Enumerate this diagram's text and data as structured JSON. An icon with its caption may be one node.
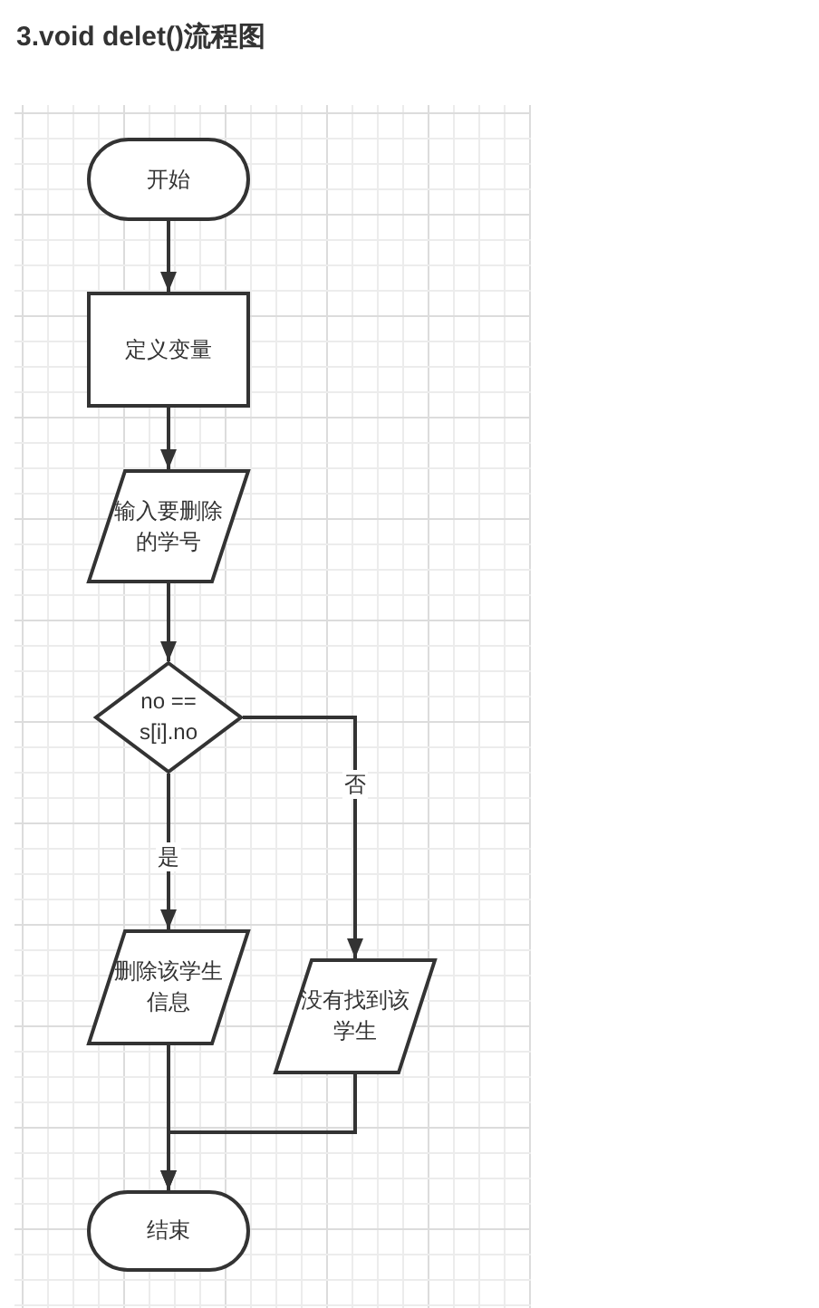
{
  "diagram": {
    "title": "3.void delet()流程图",
    "nodes": [
      {
        "text": [
          "开始"
        ]
      },
      {
        "text": [
          "定义变量"
        ]
      },
      {
        "text": [
          "输入要删除的学号"
        ]
      },
      {
        "text": [
          "no == s[i].no"
        ]
      },
      {
        "text": [
          "删除该学生信息"
        ]
      },
      {
        "text": [
          "没有找到该学生"
        ]
      },
      {
        "text": [
          "结束"
        ]
      }
    ],
    "edges": [
      {
        "from": 0,
        "to": 1,
        "arrow": "to"
      },
      {
        "from": 1,
        "to": 2,
        "arrow": "to"
      },
      {
        "from": 2,
        "to": 3,
        "arrow": "to"
      },
      {
        "from": 3,
        "to": 4,
        "arrow": "to",
        "label": "是"
      },
      {
        "from": 3,
        "to": 5,
        "arrow": "to",
        "label": "否"
      },
      {
        "from": 4,
        "to": 6,
        "arrow": "to"
      },
      {
        "from": 5,
        "to": 6,
        "arrow": "to"
      }
    ]
  }
}
